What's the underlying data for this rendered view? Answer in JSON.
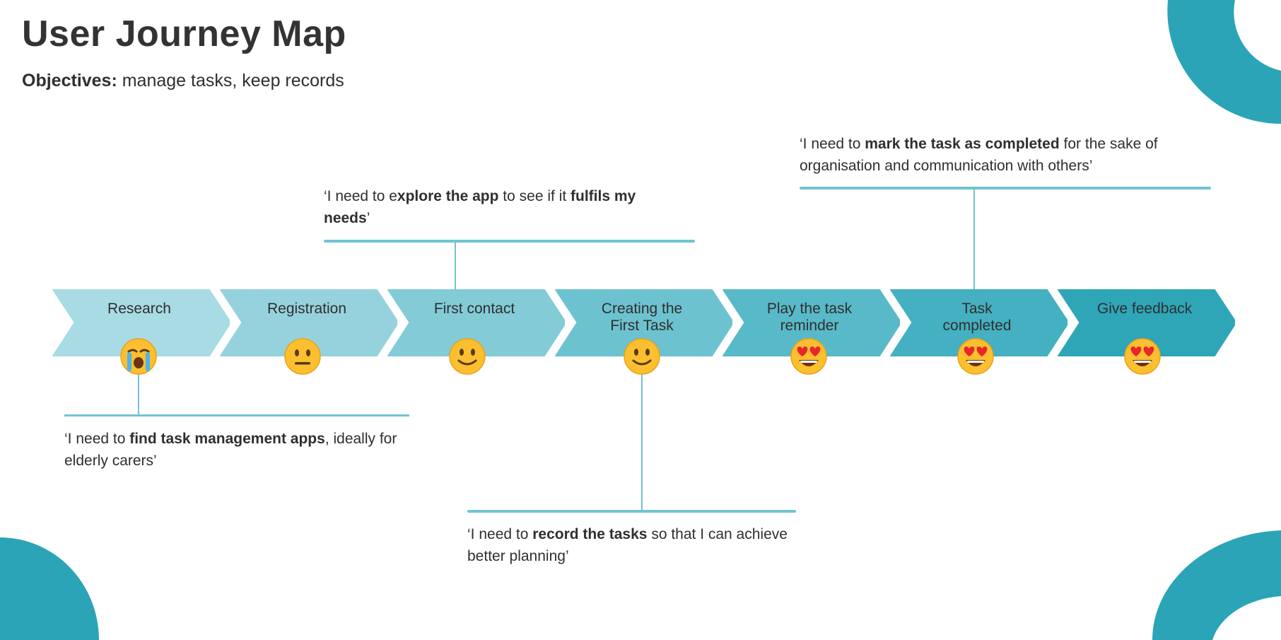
{
  "header": {
    "title": "User Journey Map",
    "objectives_label": "Objectives:",
    "objectives_text": " manage tasks, keep records"
  },
  "colors": {
    "accent": "#2ba4b7",
    "connector": "#72c3d0",
    "stage_fills": [
      "#a9dbe4",
      "#96d2dd",
      "#82cbd7",
      "#6dc2d0",
      "#58b9c8",
      "#44b0c1",
      "#2ea6b8"
    ]
  },
  "stages": [
    {
      "label_line1": "Research",
      "label_line2": "",
      "emotion": "crying-face-icon"
    },
    {
      "label_line1": "Registration",
      "label_line2": "",
      "emotion": "neutral-face-icon"
    },
    {
      "label_line1": "First contact",
      "label_line2": "",
      "emotion": "slightly-smiling-face-icon"
    },
    {
      "label_line1": "Creating the",
      "label_line2": "First Task",
      "emotion": "slightly-smiling-face-icon"
    },
    {
      "label_line1": "Play the task",
      "label_line2": "reminder",
      "emotion": "heart-eyes-face-icon"
    },
    {
      "label_line1": "Task",
      "label_line2": "completed",
      "emotion": "heart-eyes-face-icon"
    },
    {
      "label_line1": "Give feedback",
      "label_line2": "",
      "emotion": "heart-eyes-face-icon"
    }
  ],
  "quotes": {
    "research": {
      "pre": "‘I need to ",
      "bold": "find task management apps",
      "post": ", ideally for elderly carers’"
    },
    "first_contact": {
      "pre": "‘I need to e",
      "bold1": "xplore the app",
      "mid": " to see if it ",
      "bold2": "fulfils my needs",
      "post": "’"
    },
    "creating_task": {
      "pre": "‘I need to ",
      "bold": "record the tasks",
      "post": " so that I can achieve better planning’"
    },
    "task_completed": {
      "pre": "‘I need to ",
      "bold": "mark the task as completed",
      "post": " for the sake of organisation and communication with others’"
    }
  }
}
